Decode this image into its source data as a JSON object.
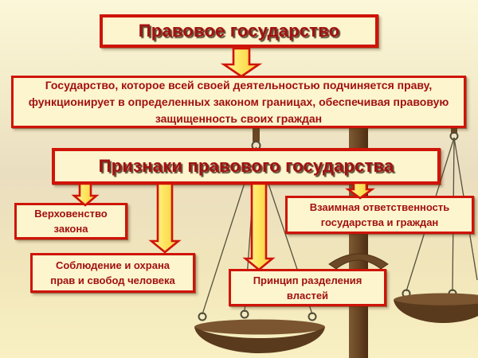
{
  "slide": {
    "title": "Правовое государство",
    "definition": "Государство, которое всей своей деятельностью подчиняется праву,\nфункционирует в определенных законом границах, обеспечивая правовую\nзащищенность своих граждан",
    "features_heading": "Признаки правового государства",
    "features": [
      {
        "label": "Верховенство\nзакона"
      },
      {
        "label": "Соблюдение и охрана\nправ и свобод человека"
      },
      {
        "label": "Принцип разделения\nвластей"
      },
      {
        "label": "Взаимная ответственность\nгосударства и граждан"
      }
    ],
    "connectors": [
      {
        "from": "title",
        "to": "definition",
        "type": "down-arrow"
      },
      {
        "from": "features-heading",
        "to": "feature-1",
        "type": "down-arrow"
      },
      {
        "from": "features-heading",
        "to": "feature-2",
        "type": "down-arrow"
      },
      {
        "from": "features-heading",
        "to": "feature-3",
        "type": "down-arrow"
      },
      {
        "from": "features-heading",
        "to": "feature-4",
        "type": "down-arrow"
      }
    ],
    "decoration": {
      "icon": "scales-of-justice-icon"
    }
  },
  "colors": {
    "border_red": "#cf1408",
    "text_red": "#a21110",
    "box_fill": "#fcf5ce",
    "arrow_yellow": "#ffe763",
    "scale_brown": "#6b4724",
    "background_top": "#fbf7d8",
    "background_mid": "#eadec0",
    "background_bottom": "#f8f0c2"
  }
}
